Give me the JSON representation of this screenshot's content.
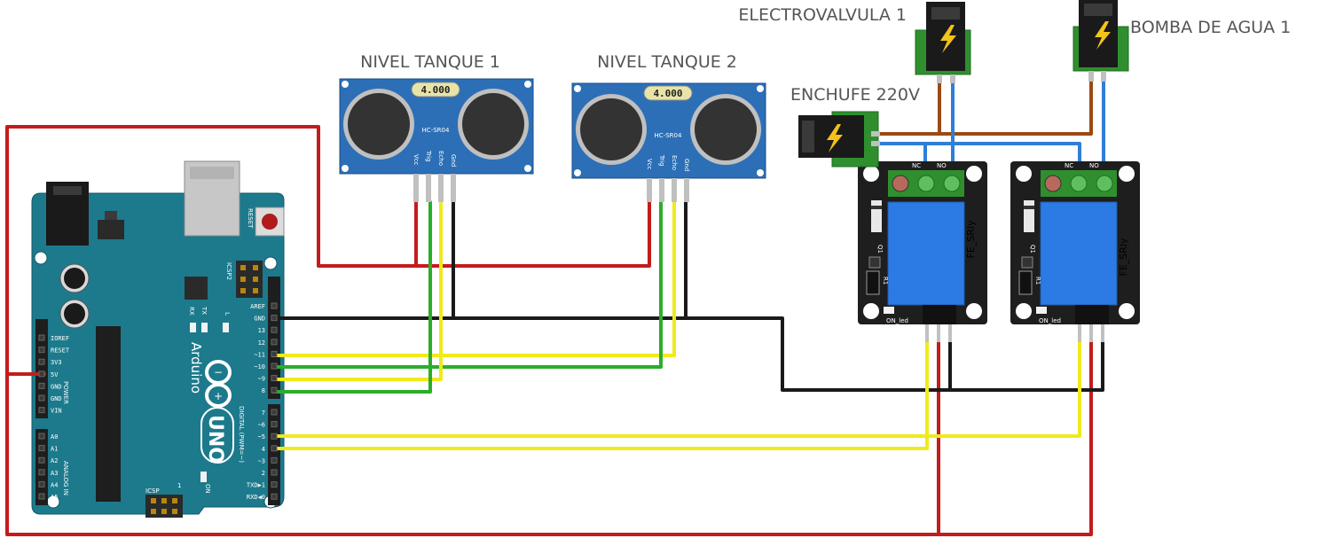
{
  "labels": {
    "sensor1": "NIVEL TANQUE 1",
    "sensor2": "NIVEL TANQUE 2",
    "valve": "ELECTROVALVULA 1",
    "pump": "BOMBA DE AGUA 1",
    "outlet": "ENCHUFE 220V"
  },
  "sensor": {
    "display": "4.000",
    "model": "HC-SR04",
    "pins": [
      "Vcc",
      "Trig",
      "Echo",
      "Gnd"
    ]
  },
  "relay": {
    "name": "FE_SRly",
    "led": "ON_led",
    "nc": "NC",
    "no": "NO",
    "q1": "Q1",
    "r1": "R1"
  },
  "arduino": {
    "brand": "Arduino",
    "model": "UNO",
    "reset": "RESET",
    "icsp2": "ICSP2",
    "icsp": "ICSP",
    "tx": "TX",
    "rx": "RX",
    "l": "L",
    "on": "ON",
    "power": "POWER",
    "analog": "ANALOG IN",
    "digital": "DIGITAL (PWM=~)",
    "top_pins": [
      "AREF",
      "GND",
      "13",
      "12",
      "~11",
      "~10",
      "~9",
      "8"
    ],
    "bottom_pins": [
      "7",
      "~6",
      "~5",
      "4",
      "~3",
      "2",
      "TXD▶1",
      "RXD◀0"
    ],
    "power_pins": [
      "IOREF",
      "RESET",
      "3V3",
      "5V",
      "GND",
      "GND",
      "VIN"
    ],
    "analog_pins": [
      "A0",
      "A1",
      "A2",
      "A3",
      "A4",
      "A5"
    ]
  },
  "colors": {
    "board": "#1c7a8c",
    "sensor": "#2c6fb6",
    "relay_body": "#2c7be5",
    "wire_red": "#c31c1c",
    "wire_black": "#1a1a1a",
    "wire_yellow": "#f0ea1c",
    "wire_green": "#2aae2a",
    "wire_blue": "#2f7fd6",
    "wire_brown": "#9a4a14"
  }
}
